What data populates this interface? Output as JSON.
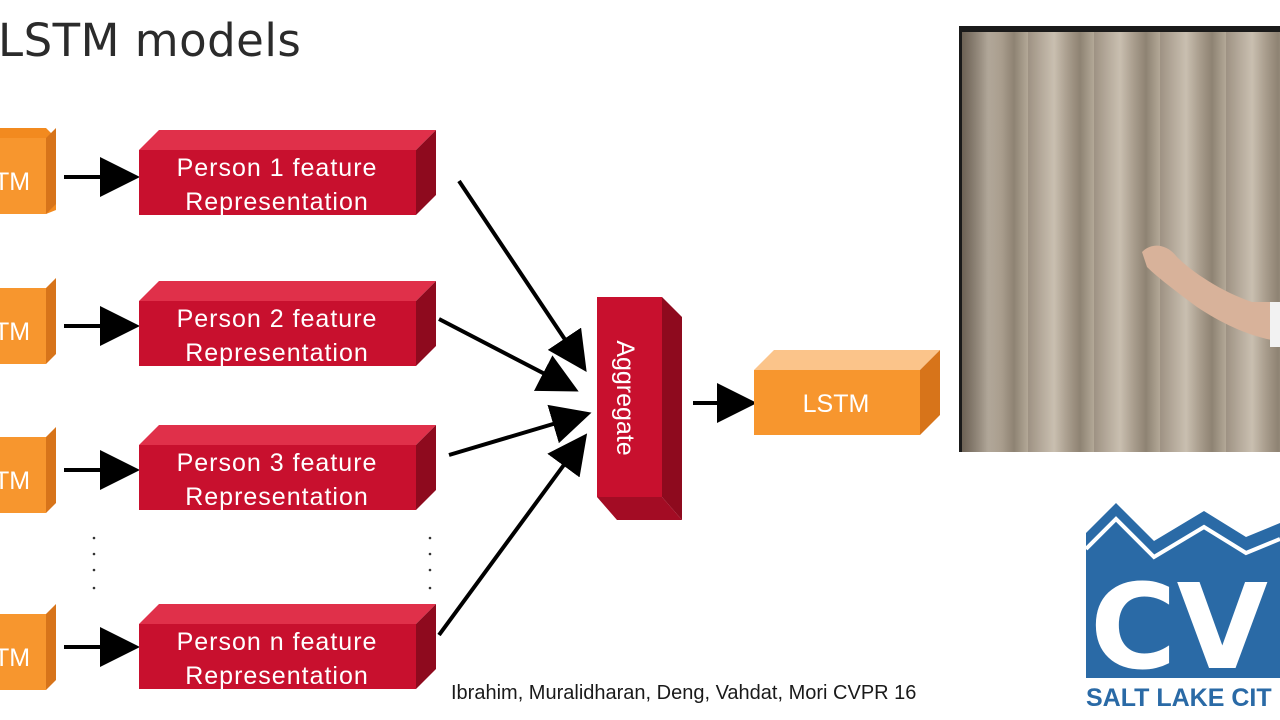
{
  "slide": {
    "title": "LSTM models",
    "citation": "Ibrahim, Muralidharan, Deng, Vahdat, Mori CVPR 16"
  },
  "diagram": {
    "left_lstm_label": "TM",
    "persons": [
      {
        "line1": "Person 1 feature",
        "line2": "Representation"
      },
      {
        "line1": "Person 2 feature",
        "line2": "Representation"
      },
      {
        "line1": "Person 3 feature",
        "line2": "Representation"
      },
      {
        "line1": "Person n feature",
        "line2": "Representation"
      }
    ],
    "aggregate_label": "Aggregate",
    "output_label": "LSTM"
  },
  "logo": {
    "letters": "CV",
    "subtitle": "SALT LAKE CIT"
  },
  "colors": {
    "red_front": "#c8102e",
    "red_side": "#8e0a1e",
    "orange_front": "#f7962e",
    "orange_top": "#fbc48a",
    "logo_blue": "#2a6aa6"
  }
}
